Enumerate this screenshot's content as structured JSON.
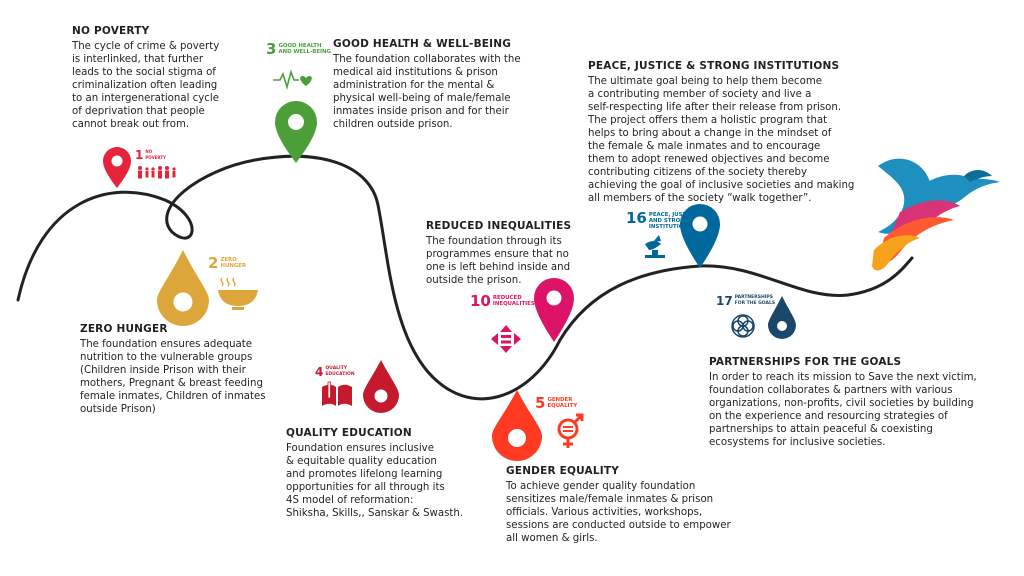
{
  "colors": {
    "no_poverty": "#e5243b",
    "zero_hunger": "#dda63a",
    "good_health": "#4c9f38",
    "quality_education": "#c5192d",
    "gender_equality": "#ff3a21",
    "reduced_inequalities": "#dd1367",
    "peace_justice": "#00689d",
    "partnerships": "#19486a",
    "text": "#231f20",
    "path": "#222222"
  },
  "sections": [
    {
      "key": "no_poverty",
      "title": "NO POVERTY",
      "text": [
        "The cycle of crime & poverty",
        "is interlinked, that further",
        "leads to the social stigma of",
        "criminalization often leading",
        "to an intergenerational cycle",
        "of deprivation that people",
        "cannot break out from."
      ],
      "badge_number": "1",
      "badge_label": "NO\nPOVERTY",
      "icon": "family-icon"
    },
    {
      "key": "good_health",
      "title": "GOOD HEALTH & WELL-BEING",
      "text": [
        "The foundation collaborates with the",
        "medical aid institutions & prison",
        "administration for the mental &",
        "physical well-being of male/female",
        "inmates inside prison and for their",
        "children outside prison."
      ],
      "badge_number": "3",
      "badge_label": "GOOD HEALTH\nAND WELL-BEING",
      "icon": "heartbeat-icon"
    },
    {
      "key": "peace_justice",
      "title": "PEACE, JUSTICE & STRONG INSTITUTIONS",
      "text": [
        "The ultimate goal being to help them become",
        "a contributing member of society and live a",
        "self-respecting life after their release from prison.",
        "The project offers them a holistic program that",
        "helps to bring about a change in the mindset of",
        "the female & male inmates and to encourage",
        "them to adopt renewed objectives and become",
        "contributing citizens of the society thereby",
        "achieving the goal of inclusive societies and making",
        "all members of the society “walk together”."
      ],
      "badge_number": "16",
      "badge_label": "PEACE, JUSTICE\nAND STRONG\nINSTITUTIONS",
      "icon": "dove-gavel-icon"
    },
    {
      "key": "reduced_inequalities",
      "title": "REDUCED INEQUALITIES",
      "text": [
        "The foundation through its",
        "programmes ensure that no",
        "one is left behind inside and",
        "outside the prison."
      ],
      "badge_number": "10",
      "badge_label": "REDUCED\nINEQUALITIES",
      "icon": "equality-arrows-icon"
    },
    {
      "key": "zero_hunger",
      "title": "ZERO HUNGER",
      "text": [
        "The foundation ensures adequate",
        "nutrition to the vulnerable groups",
        "(Children inside Prison with their",
        "mothers, Pregnant & breast feeding",
        "female inmates, Children of inmates",
        "outside Prison)"
      ],
      "badge_number": "2",
      "badge_label": "ZERO\nHUNGER",
      "icon": "bowl-icon"
    },
    {
      "key": "quality_education",
      "title": "QUALITY EDUCATION",
      "text": [
        "Foundation ensures inclusive",
        "& equitable quality education",
        "and promotes lifelong learning",
        "opportunities for all through its",
        "4S model of reformation:",
        "Shiksha, Skills,, Sanskar & Swasth."
      ],
      "badge_number": "4",
      "badge_label": "QUALITY\nEDUCATION",
      "icon": "book-pencil-icon"
    },
    {
      "key": "gender_equality",
      "title": "GENDER EQUALITY",
      "text": [
        "To achieve gender quality foundation",
        "sensitizes male/female inmates & prison",
        "officials. Various activities, workshops,",
        "sessions are conducted outside to empower",
        "all women & girls."
      ],
      "badge_number": "5",
      "badge_label": "GENDER\nEQUALITY",
      "icon": "gender-symbol-icon"
    },
    {
      "key": "partnerships",
      "title": "PARTNERSHIPS FOR THE GOALS",
      "text": [
        "In order to reach its mission to Save the next victim,",
        "foundation collaborates & partners with various",
        "organizations, non-profits, civil societies by building",
        "on the experience and resourcing strategies of",
        "partnerships to attain peaceful & coexisting",
        "ecosystems for inclusive societies."
      ],
      "badge_number": "17",
      "badge_label": "PARTNERSHIPS\nFOR THE GOALS",
      "icon": "rings-icon"
    }
  ]
}
